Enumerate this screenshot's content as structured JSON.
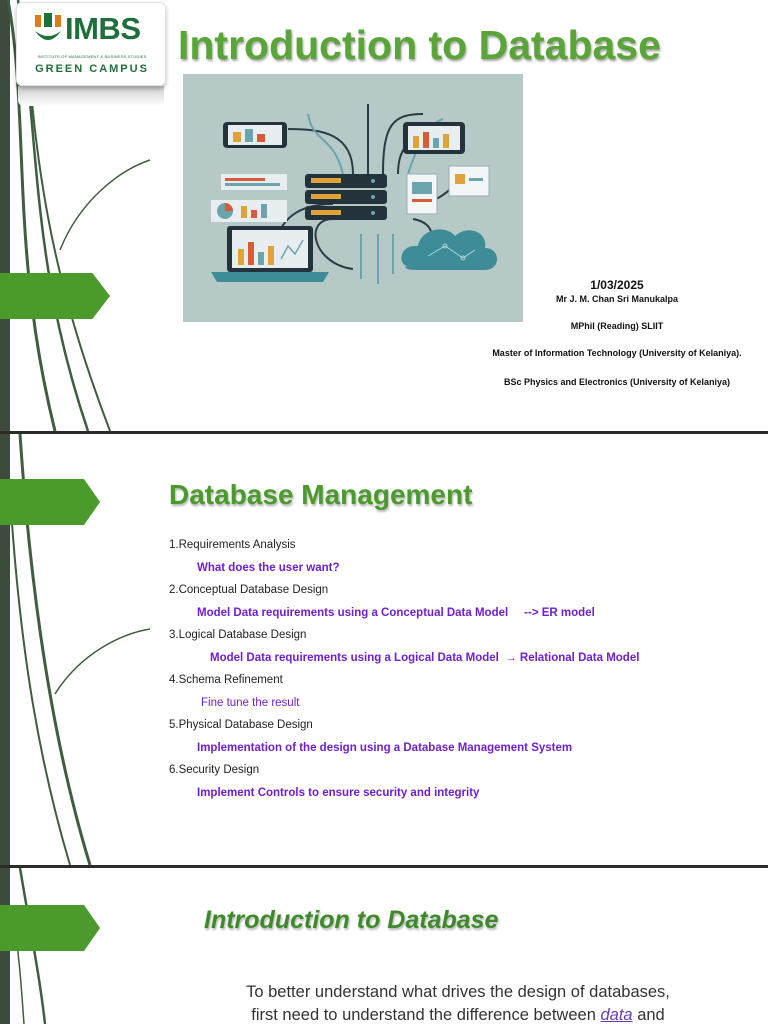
{
  "slide1": {
    "logo": {
      "name": "IMBS",
      "tagline": "INSTITUTE OF MANAGEMENT & BUSINESS STUDIES",
      "campus": "GREEN CAMPUS"
    },
    "title": "Introduction to Database",
    "date": "1/03/2025",
    "presenter": "Mr J. M. Chan Sri Manukalpa",
    "qualifications": [
      "MPhil (Reading) SLIIT",
      "Master of Information Technology (University of Kelaniya).",
      "BSc Physics and Electronics (University of Kelaniya)"
    ]
  },
  "slide2": {
    "title": "Database Management",
    "items": [
      {
        "step": "1.Requirements Analysis",
        "desc": "What does the user want?"
      },
      {
        "step": "2.Conceptual Database Design",
        "desc": "Model Data requirements using a Conceptual Data Model     --> ER model"
      },
      {
        "step": "3.Logical Database Design",
        "desc": "Model Data requirements using a Logical Data Model  → Relational Data Model"
      },
      {
        "step": "4.Schema Refinement",
        "desc": "Fine tune the result"
      },
      {
        "step": "5.Physical Database Design",
        "desc": "Implementation of the design using a Database Management System"
      },
      {
        "step": "6.Security Design",
        "desc": "Implement Controls to ensure security and integrity"
      }
    ]
  },
  "slide3": {
    "title": "Introduction to Database",
    "line1": "To better understand what drives the design of databases,",
    "line2_before": "first need to understand the difference between",
    "link_word": "data",
    "line2_after": "and"
  },
  "colors": {
    "accent_green": "#4a9a2c",
    "title_green": "#5aa537",
    "desc_purple": "#6f1fcf",
    "hero_bg": "#b7c9c6"
  },
  "icons": [
    "leaf-logo-icon",
    "server-rack-icon",
    "cloud-icon",
    "laptop-icon",
    "smartphone-icon"
  ]
}
